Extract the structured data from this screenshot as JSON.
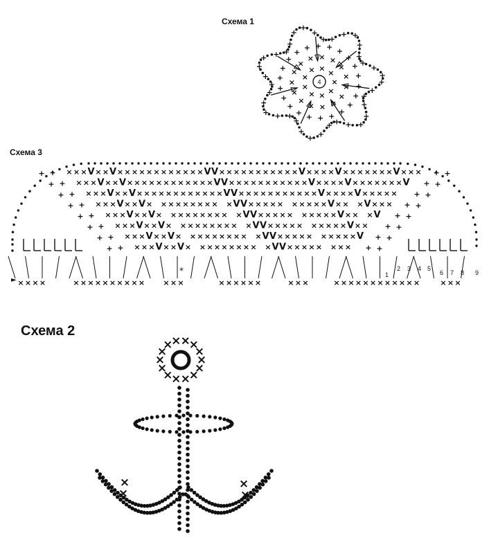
{
  "schemes": {
    "scheme1": {
      "title": "Схема 1",
      "center_number": "4"
    },
    "scheme3": {
      "title": "Схема 3",
      "row_numbers": [
        "1",
        "2",
        "3",
        "4",
        "5",
        "6",
        "7",
        "8",
        "9"
      ]
    },
    "scheme2": {
      "title": "Схема 2"
    }
  },
  "legend_symbols": {
    "chain": "•",
    "single_crochet": "×",
    "double_crochet": "+",
    "decrease": "V",
    "start_marker": "►",
    "star": "*"
  },
  "colors": {
    "ink": "#111111",
    "background": "#ffffff"
  }
}
